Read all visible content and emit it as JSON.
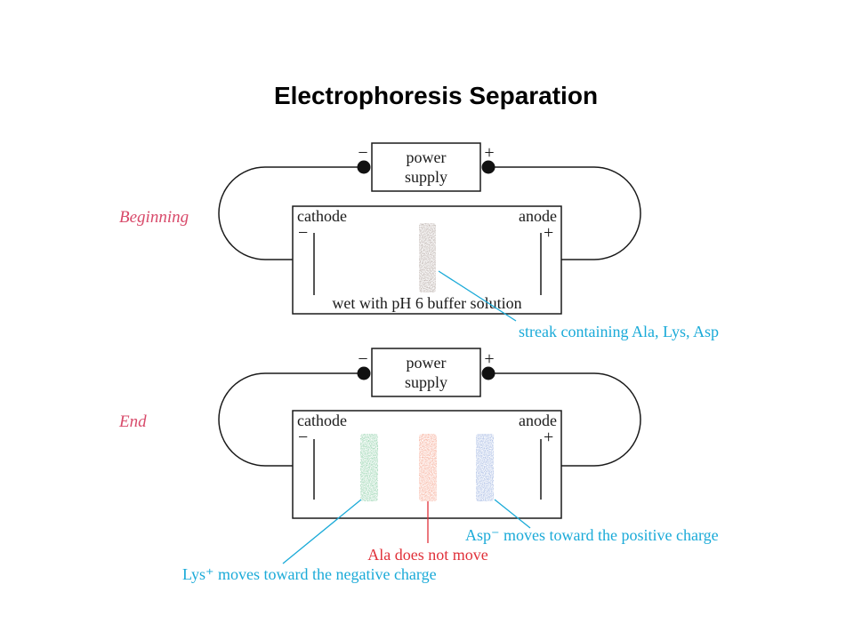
{
  "title": "Electrophoresis Separation",
  "colors": {
    "stage_label": "#d84a6a",
    "cyan_callout": "#1aaad8",
    "red_callout": "#e0313a",
    "streak_mixed": "#a89a94",
    "band_lys": "#7cc89a",
    "band_ala": "#f4977e",
    "band_asp": "#8fa8dc"
  },
  "panels": [
    {
      "stage_label": "Beginning",
      "power_supply_line1": "power",
      "power_supply_line2": "supply",
      "negative_sign": "−",
      "positive_sign": "+",
      "cathode_label": "cathode",
      "anode_label": "anode",
      "buffer_label": "wet with pH 6 buffer solution",
      "streak_callout": "streak containing Ala, Lys, Asp"
    },
    {
      "stage_label": "End",
      "power_supply_line1": "power",
      "power_supply_line2": "supply",
      "negative_sign": "−",
      "positive_sign": "+",
      "cathode_label": "cathode",
      "anode_label": "anode",
      "lys_callout": "Lys⁺ moves toward the negative charge",
      "ala_callout": "Ala does not move",
      "asp_callout": "Asp⁻ moves toward the positive charge"
    }
  ]
}
